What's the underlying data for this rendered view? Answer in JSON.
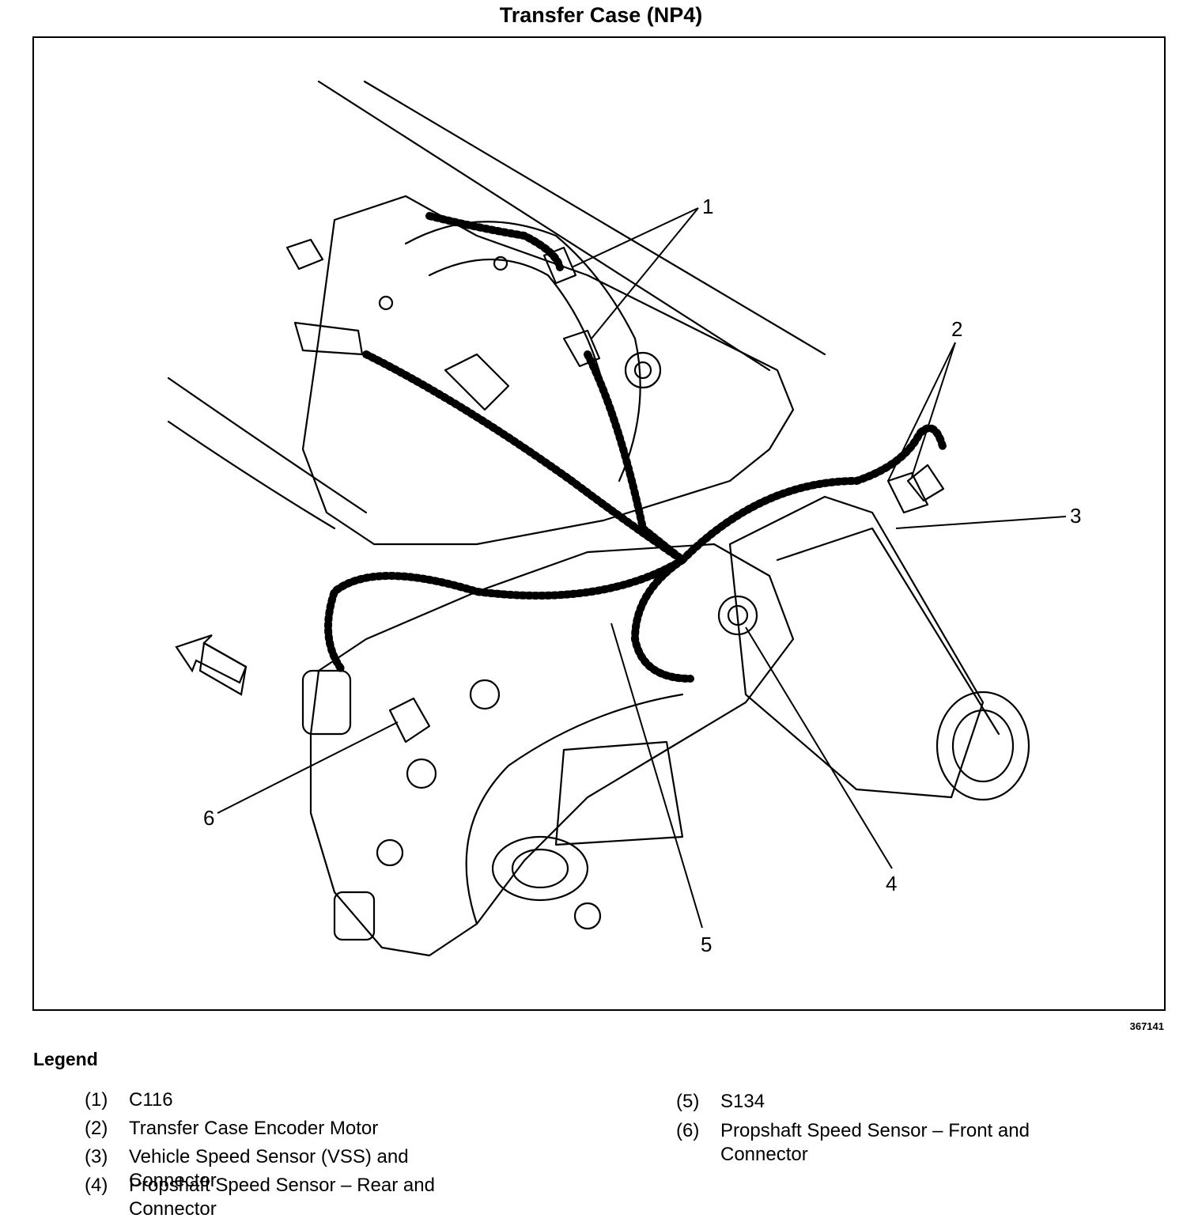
{
  "title": "Transfer Case (NP4)",
  "figure_id": "367141",
  "legend_title": "Legend",
  "callouts": [
    "1",
    "2",
    "3",
    "4",
    "5",
    "6"
  ],
  "legend": [
    {
      "num": "(1)",
      "text": "C116"
    },
    {
      "num": "(2)",
      "text": "Transfer Case Encoder Motor"
    },
    {
      "num": "(3)",
      "text": "Vehicle Speed Sensor (VSS) and Connector"
    },
    {
      "num": "(4)",
      "text": "Propshaft Speed Sensor – Rear and Connector"
    },
    {
      "num": "(5)",
      "text": "S134"
    },
    {
      "num": "(6)",
      "text": "Propshaft Speed Sensor – Front and Connector"
    }
  ]
}
